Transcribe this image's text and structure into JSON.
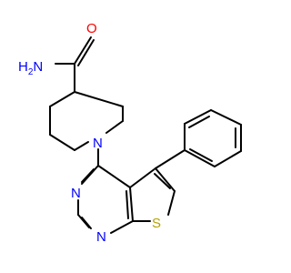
{
  "colors": {
    "bond": "#000000",
    "carbon": "#000000",
    "nitrogen": "#0000ff",
    "oxygen": "#ff0000",
    "sulfur": "#b3a100"
  },
  "atoms": {
    "amide_nitrogen": {
      "label": "H",
      "sub": "2",
      "suffix": "N"
    },
    "amide_oxygen": {
      "label": "O"
    },
    "piperidine_nitrogen": {
      "label": "N"
    },
    "pyrimidine_nitrogen_top": {
      "label": "N"
    },
    "pyrimidine_nitrogen_bottom": {
      "label": "N"
    },
    "thiophene_sulfur": {
      "label": "S"
    }
  }
}
